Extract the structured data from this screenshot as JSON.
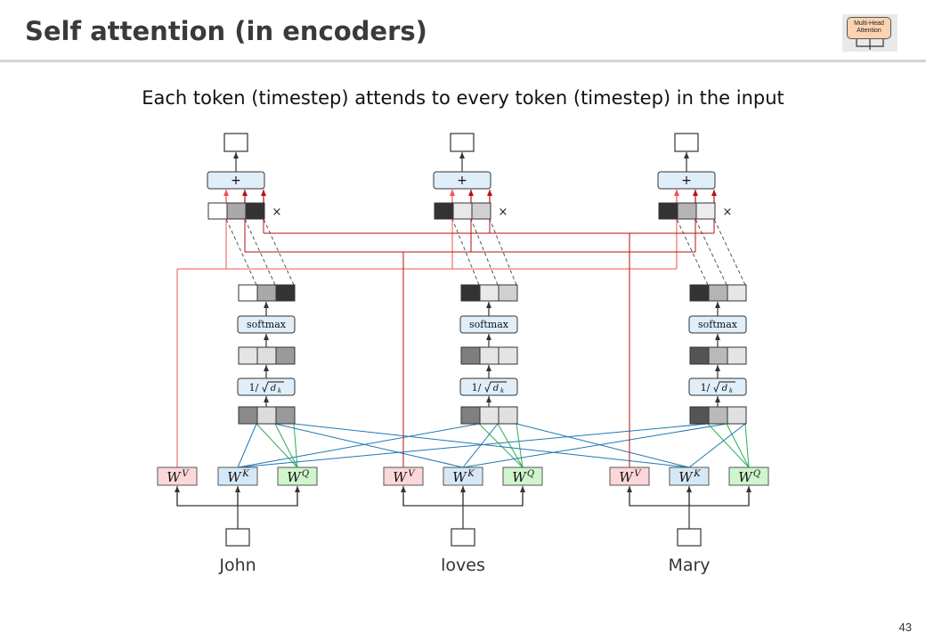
{
  "title": "Self attention (in encoders)",
  "subtitle": "Each token (timestep) attends to every token (timestep) in the input",
  "page_number": "43",
  "logo": {
    "line1": "Multi-Head",
    "line2": "Attention",
    "fill": "#fbd3b2"
  },
  "labels": {
    "softmax": "softmax",
    "scale_prefix": "1/",
    "scale_d": "d",
    "scale_k": "k",
    "sum": "+",
    "times": "×",
    "wv": {
      "base": "W",
      "sup": "V"
    },
    "wk": {
      "base": "W",
      "sup": "K"
    },
    "wq": {
      "base": "W",
      "sup": "Q"
    }
  },
  "colors": {
    "value": "#b51212",
    "value_light": "#f05050",
    "key": "#1f78b4",
    "query": "#29b04f",
    "wv_fill": "#fcd7d9",
    "wk_fill": "#d6e8f6",
    "wq_fill": "#cff5cd",
    "softmax_fill": "#e0eef9"
  },
  "tokens": [
    {
      "word": "John",
      "scores_before": [
        "#8a8a8a",
        "#dcdcdc",
        "#999999"
      ],
      "scores_scaled": [
        "#e4e4e4",
        "#dedede",
        "#9a9a9a"
      ],
      "weights": [
        "#ffffff",
        "#a9a9a9",
        "#333333"
      ],
      "weights_top": [
        "#ffffff",
        "#a9a9a9",
        "#333333"
      ]
    },
    {
      "word": "loves",
      "scores_before": [
        "#808080",
        "#e4e4e4",
        "#e0e0e0"
      ],
      "scores_scaled": [
        "#7e7e7e",
        "#e6e6e6",
        "#e4e4e4"
      ],
      "weights": [
        "#333333",
        "#e8e8e8",
        "#d0d0d0"
      ],
      "weights_top": [
        "#333333",
        "#e8e8e8",
        "#d0d0d0"
      ]
    },
    {
      "word": "Mary",
      "scores_before": [
        "#555555",
        "#b9b9b9",
        "#e0e0e0"
      ],
      "scores_scaled": [
        "#555555",
        "#b9b9b9",
        "#e4e4e4"
      ],
      "weights": [
        "#333333",
        "#b4b4b4",
        "#e6e6e6"
      ],
      "weights_top": [
        "#333333",
        "#b4b4b4",
        "#ececec"
      ]
    }
  ]
}
